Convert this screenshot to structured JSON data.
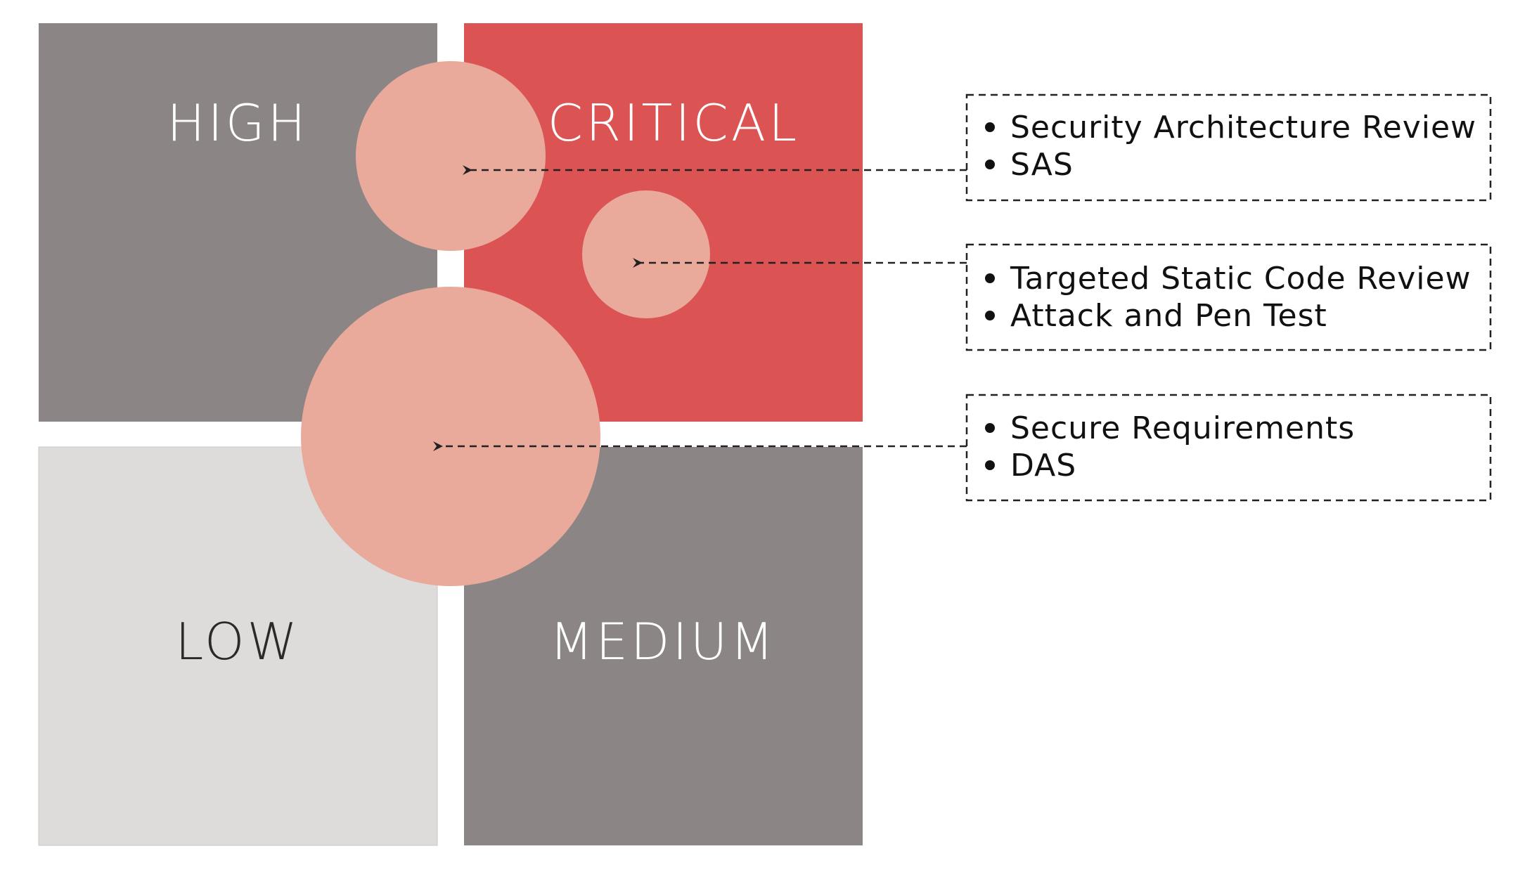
{
  "quadrants": {
    "high": {
      "label": "HIGH",
      "color": "#8b8685",
      "text_color": "#ffffff"
    },
    "critical": {
      "label": "CRITICAL",
      "color": "#db5353",
      "text_color": "#ffffff"
    },
    "low": {
      "label": "LOW",
      "color": "#dddcdb",
      "text_color": "#2a2a2a"
    },
    "medium": {
      "label": "MEDIUM",
      "color": "#8b8685",
      "text_color": "#ffffff"
    }
  },
  "bubble_color": "#e9a99b",
  "activities": [
    {
      "items": [
        "Security Architecture Review",
        "SAS"
      ]
    },
    {
      "items": [
        "Targeted Static Code Review",
        "Attack and Pen Test"
      ]
    },
    {
      "items": [
        "Secure Requirements",
        "DAS"
      ]
    }
  ]
}
